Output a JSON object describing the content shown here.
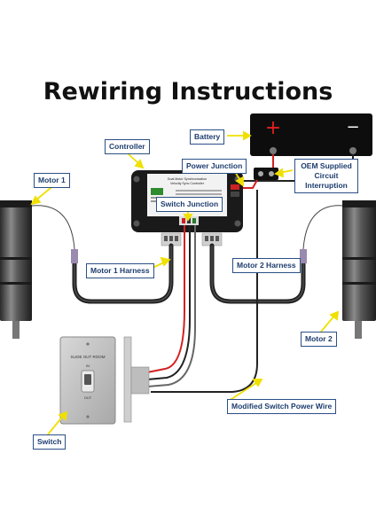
{
  "title": "Rewiring Instructions",
  "callouts": {
    "battery": "Battery",
    "controller": "Controller",
    "power_junction": "Power Junction",
    "oem_supplied": "OEM Supplied Circuit Interruption",
    "motor_1": "Motor 1",
    "switch_junction": "Switch Junction",
    "motor_1_harness": "Motor 1 Harness",
    "motor_2_harness": "Motor 2 Harness",
    "motor_2": "Motor 2",
    "modified_switch_power_wire": "Modified Switch Power Wire",
    "switch": "Switch"
  },
  "battery": {
    "plus": "+",
    "minus": "−"
  },
  "switch_plate": {
    "top_text": "SLIDE OUT ROOM",
    "in_text": "IN",
    "out_text": "OUT"
  },
  "controller_labels": {
    "header": "Dual Motor Synchronization",
    "subheader": "Velocity Sync Controller"
  },
  "colors": {
    "label_border": "#2b4f86",
    "label_text": "#1d3c6e",
    "arrow": "#f0e000",
    "wire_red": "#d32020",
    "wire_black": "#222222"
  }
}
